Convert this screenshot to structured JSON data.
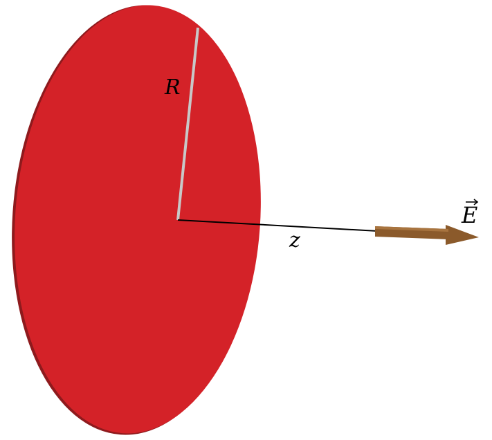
{
  "labels": {
    "radius": "R",
    "axis": "z",
    "field": "E"
  },
  "colors": {
    "disk_face": "#d42228",
    "disk_edge": "#8e1a1d",
    "radius_line": "#c8c8c8",
    "axis_line": "#000000",
    "arrow": "#8b5a2b",
    "background": "#ffffff"
  },
  "icons": {
    "field_vector_arrow": "vector-arrow-icon"
  }
}
